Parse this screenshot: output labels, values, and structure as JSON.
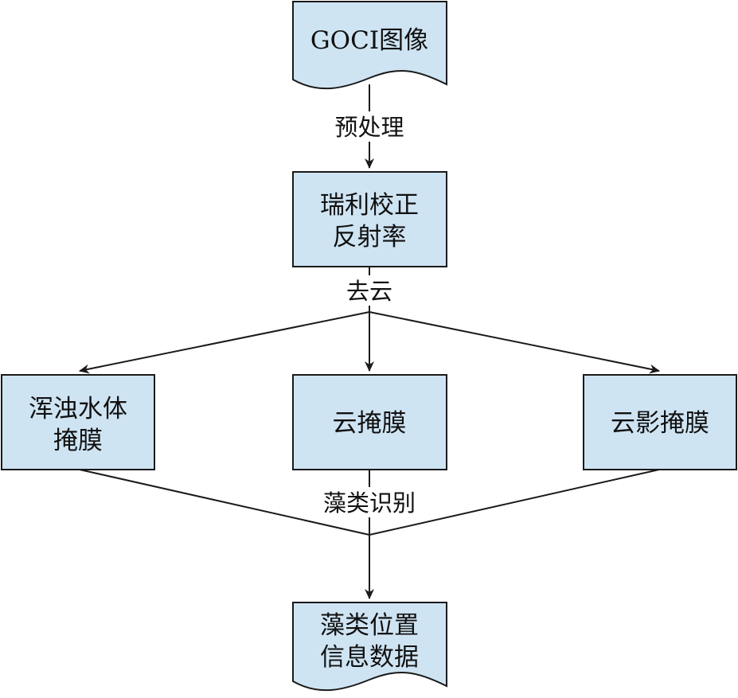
{
  "colors": {
    "box_fill": "#cfe4f3",
    "stroke": "#1a1a1a",
    "text": "#111111",
    "background": "#ffffff"
  },
  "nodes": {
    "goci": {
      "label": "GOCI图像"
    },
    "rayleigh": {
      "line1": "瑞利校正",
      "line2": "反射率"
    },
    "turbid": {
      "line1": "浑浊水体",
      "line2": "掩膜"
    },
    "cloud": {
      "label": "云掩膜"
    },
    "shadow": {
      "label": "云影掩膜"
    },
    "output": {
      "line1": "藻类位置",
      "line2": "信息数据"
    }
  },
  "edges": {
    "preprocess": "预处理",
    "decloud": "去云",
    "identify": "藻类识别"
  }
}
